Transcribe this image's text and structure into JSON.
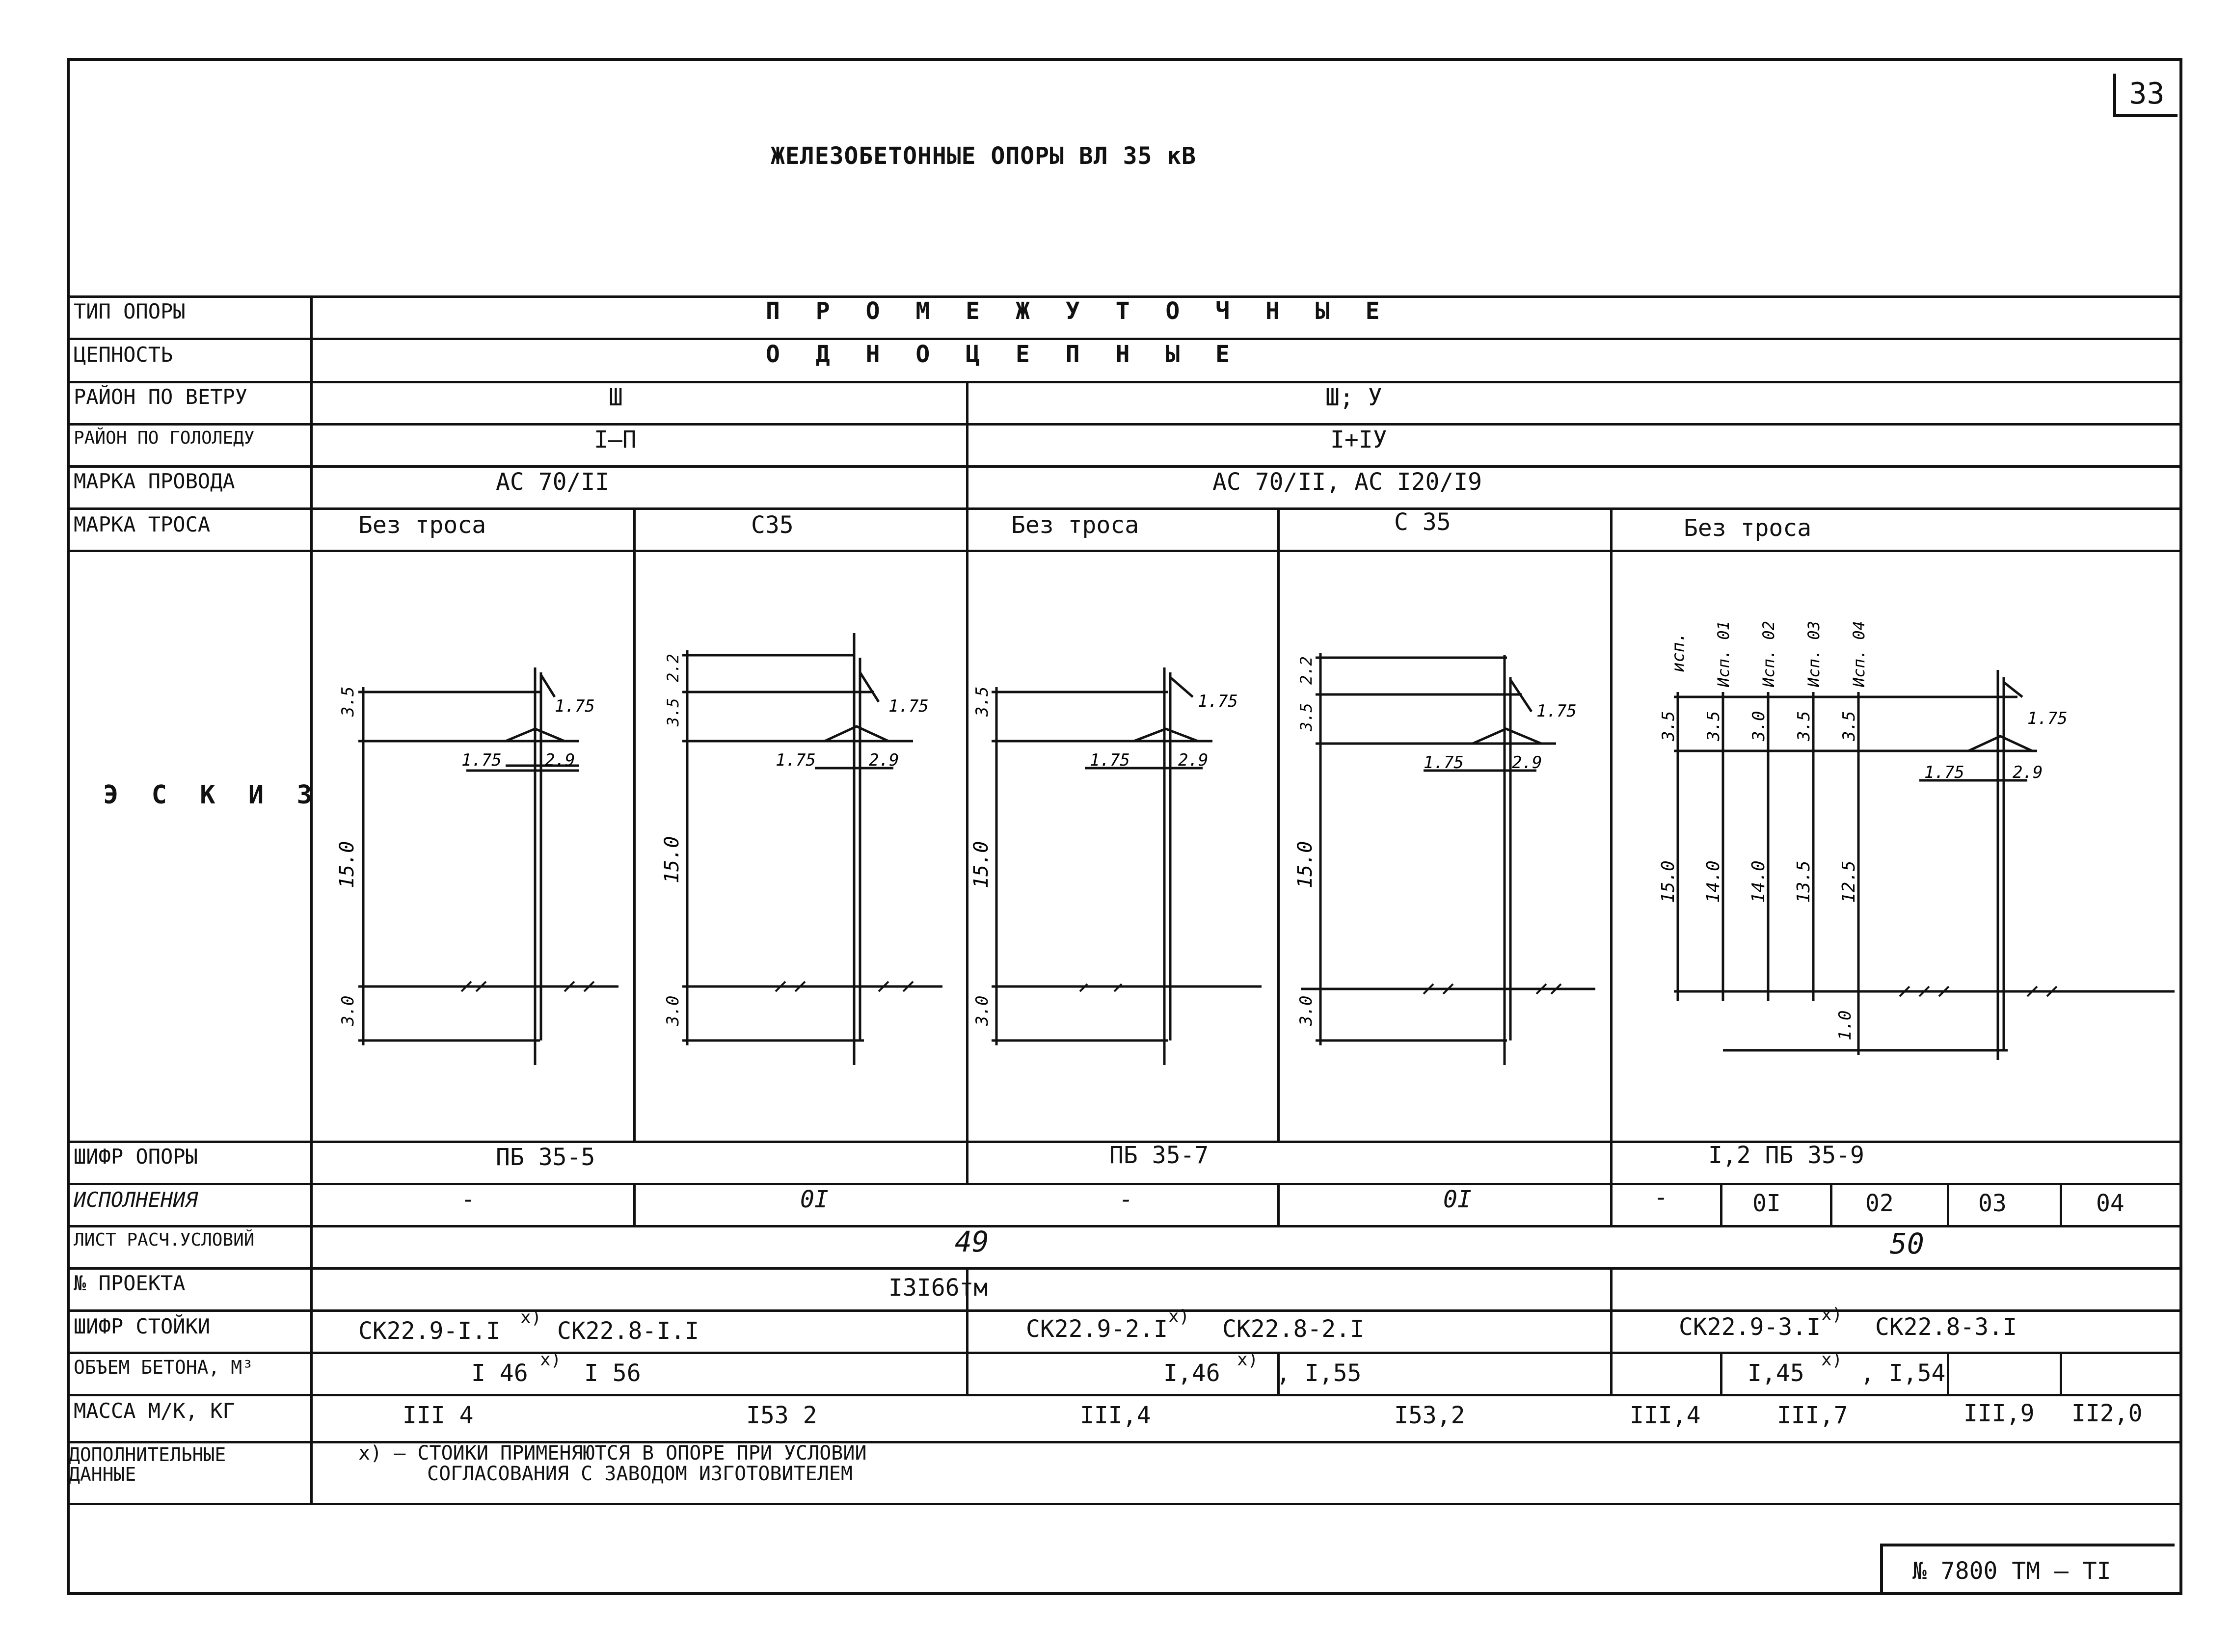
{
  "page_number": "33",
  "title": "ЖЕЛЕЗОБЕТОННЫЕ ОПОРЫ ВЛ 35 кВ",
  "rows": {
    "type": {
      "label": "ТИП ОПОРЫ",
      "value": "П Р О М Е Ж У Т О Ч Н Ы Е"
    },
    "chains": {
      "label": "ЦЕПНОСТЬ",
      "value": "О Д Н О Ц Е П Н Ы Е"
    },
    "wind": {
      "label": "РАЙОН ПО ВЕТРУ",
      "values": [
        "Ш",
        "Ш; У"
      ]
    },
    "ice": {
      "label": "РАЙОН ПО ГОЛОЛЕДУ",
      "values": [
        "I–П",
        "I+IУ"
      ]
    },
    "wire": {
      "label": "МАРКА ПРОВОДА",
      "values": [
        "АС 70/II",
        "АС 70/II, АС I20/I9"
      ]
    },
    "cable": {
      "label": "МАРКА ТРОСА",
      "values": [
        "Без троса",
        "С35",
        "Без троса",
        "С 35",
        "Без троса"
      ]
    },
    "sketch": {
      "label": "Э С К И З"
    },
    "code": {
      "label": "ШИФР ОПОРЫ",
      "values": [
        "ПБ 35-5",
        "ПБ 35-7",
        "I,2 ПБ 35-9"
      ]
    },
    "variants": {
      "label": "ИСПОЛНЕНИЯ",
      "values": [
        "-",
        "0I",
        "-",
        "0I",
        "-",
        "0I",
        "02",
        "03",
        "04"
      ]
    },
    "sheet": {
      "label": "ЛИСТ РАСЧ.УСЛОВИЙ",
      "values": [
        "49",
        "50"
      ]
    },
    "project": {
      "label": "№ ПРОЕКТА",
      "value": "I3I66тм"
    },
    "pole": {
      "label": "ШИФР СТОЙКИ",
      "values": [
        "СК22.9-I.I",
        "х)",
        "СК22.8-I.I",
        "СК22.9-2.I",
        "х)",
        "СК22.8-2.I",
        "СК22.9-3.I",
        "х)",
        "СК22.8-3.I"
      ]
    },
    "concrete": {
      "label": "ОБЪЕМ БЕТОНА, М³",
      "values": [
        "I 46",
        "х)",
        "I 56",
        "I,46",
        "х)",
        ", I,55",
        "I,45",
        "х)",
        ", I,54"
      ]
    },
    "mass": {
      "label": "МАССА М/К, КГ",
      "values": [
        "III 4",
        "I53 2",
        "III,4",
        "I53,2",
        "III,4",
        "III,7",
        "III,9",
        "II2,0"
      ]
    },
    "extra": {
      "label": "ДОПОЛНИТЕЛЬНЫЕ ДАННЫЕ",
      "line1": "х) – СТОЙКИ ПРИМЕНЯЮТСЯ В ОПОРЕ ПРИ УСЛОВИИ",
      "line2": "СОГЛАСОВАНИЯ С ЗАВОДОМ ИЗГОТОВИТЕЛЕМ"
    }
  },
  "sketches": {
    "s1": {
      "top": "3.5",
      "arm_r": "1.75",
      "arm_l": "1.75",
      "width": "2.9",
      "height": "15.0",
      "depth": "3.0"
    },
    "s2": {
      "cable_h": "2.2",
      "top": "3.5",
      "arm_r": "1.75",
      "arm_l": "1.75",
      "width": "2.9",
      "height": "15.0",
      "depth": "3.0"
    },
    "s3": {
      "top": "3.5",
      "arm_r": "1.75",
      "arm_l": "1.75",
      "width": "2.9",
      "height": "15.0",
      "depth": "3.0"
    },
    "s4": {
      "cable_h": "2.2",
      "top": "3.5",
      "arm_r": "1.75",
      "arm_l": "1.75",
      "width": "2.9",
      "height": "15.0",
      "depth": "3.0"
    },
    "s5": {
      "variants": [
        "исп.",
        "Исп. 01",
        "Исп. 02",
        "Исп. 03",
        "Исп. 04"
      ],
      "tops": [
        "3.5",
        "3.5",
        "3.0",
        "3.5",
        "3.5"
      ],
      "heights": [
        "15.0",
        "14.0",
        "14.0",
        "13.5",
        "12.5"
      ],
      "arm_r": "1.75",
      "arm_l": "1.75",
      "width": "2.9",
      "depth": "1.0"
    }
  },
  "stamp": "№ 7800 ТМ – TI"
}
